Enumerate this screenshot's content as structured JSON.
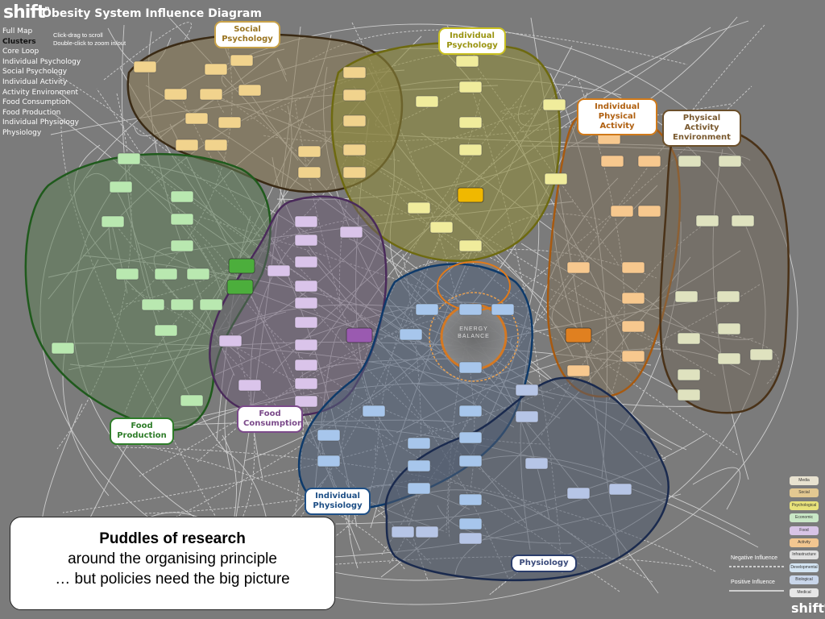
{
  "brand": {
    "name": "shift",
    "sup": "n",
    "title": "Obesity System Influence Diagram"
  },
  "nav": {
    "items": [
      "Full Map",
      "Clusters",
      "Core Loop",
      "Individual Psychology",
      "Social Psychology",
      "Individual Activity",
      "Activity Environment",
      "Food Consumption",
      "Food Production",
      "Individual Physiology",
      "Physiology"
    ],
    "active": "Clusters"
  },
  "hints": {
    "line1": "Click-drag to scroll",
    "line2": "Double-click to zoom in/out"
  },
  "clusters": {
    "social": {
      "l1": "Social",
      "l2": "Psychology"
    },
    "indpsych": {
      "l1": "Individual",
      "l2": "Psychology"
    },
    "indact": {
      "l1": "Individual",
      "l2": "Physical Activity"
    },
    "actenv": {
      "l1": "Physical Activity",
      "l2": "Environment"
    },
    "foodcons": {
      "l1": "Food",
      "l2": "Consumption"
    },
    "foodprod": {
      "l1": "Food",
      "l2": "Production"
    },
    "indphys": {
      "l1": "Individual",
      "l2": "Physiology"
    },
    "phys": {
      "l1": "Physiology"
    }
  },
  "energy": {
    "l1": "ENERGY",
    "l2": "BALANCE"
  },
  "callout": {
    "line1": "Puddles of  research",
    "line2": "around the organising principle",
    "line3": "… but policies need the big picture"
  },
  "legend": [
    "Media",
    "Social",
    "Psychological",
    "Economic",
    "Food",
    "Activity",
    "Infrastructure",
    "Developmental",
    "Biological",
    "Medical"
  ],
  "influence": {
    "negative": "Negative Influence",
    "positive": "Positive Influence"
  },
  "colors": {
    "social": "#c8a24a",
    "indpsych": "#c9c020",
    "indact": "#d07a1a",
    "actenv": "#6b4f2a",
    "foodcons": "#7b4a8a",
    "foodprod": "#2f7d2a",
    "indphys": "#1e4f86",
    "phys": "#2b3d6b"
  }
}
